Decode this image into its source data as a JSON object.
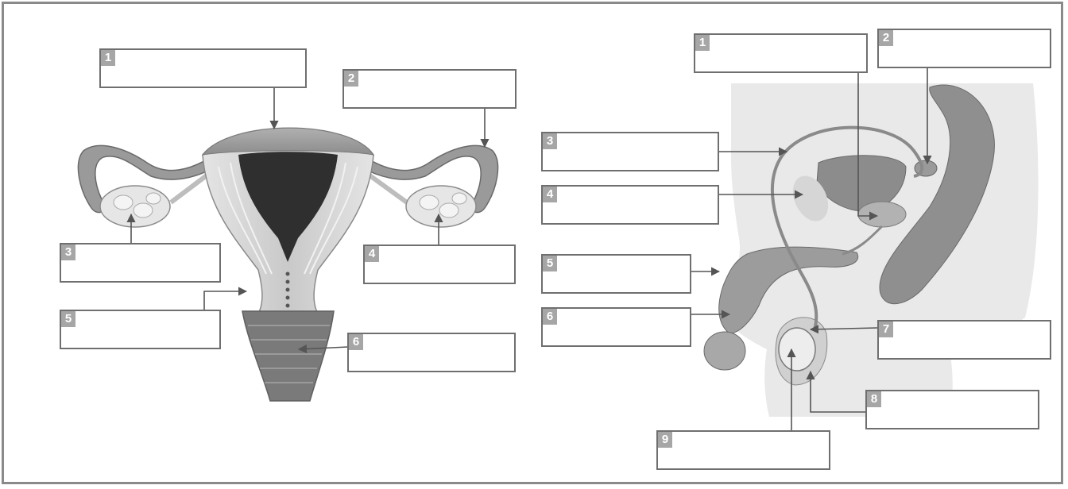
{
  "female_diagram": {
    "labels": [
      {
        "number": "1",
        "text": ""
      },
      {
        "number": "2",
        "text": ""
      },
      {
        "number": "3",
        "text": ""
      },
      {
        "number": "4",
        "text": ""
      },
      {
        "number": "5",
        "text": ""
      },
      {
        "number": "6",
        "text": ""
      }
    ]
  },
  "male_diagram": {
    "labels": [
      {
        "number": "1",
        "text": ""
      },
      {
        "number": "2",
        "text": ""
      },
      {
        "number": "3",
        "text": ""
      },
      {
        "number": "4",
        "text": ""
      },
      {
        "number": "5",
        "text": ""
      },
      {
        "number": "6",
        "text": ""
      },
      {
        "number": "7",
        "text": ""
      },
      {
        "number": "8",
        "text": ""
      },
      {
        "number": "9",
        "text": ""
      }
    ]
  }
}
